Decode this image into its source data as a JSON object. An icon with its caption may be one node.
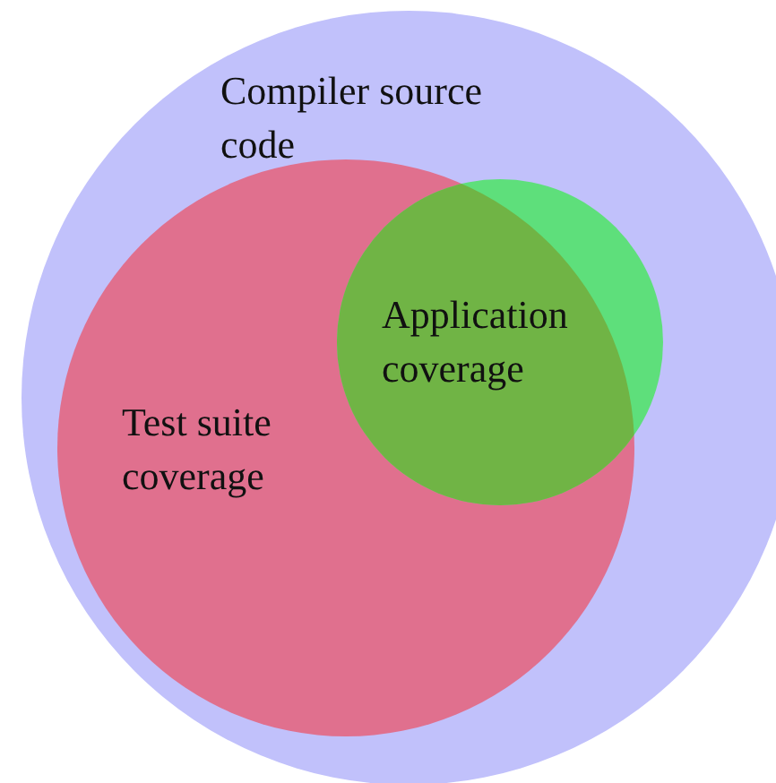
{
  "diagram": {
    "nodes": [
      {
        "text": [
          "Compiler source code"
        ]
      },
      {
        "text": [
          "Test suite coverage"
        ],
        "in": 0
      },
      {
        "text": [
          "Application coverage"
        ],
        "in": 0
      }
    ]
  }
}
